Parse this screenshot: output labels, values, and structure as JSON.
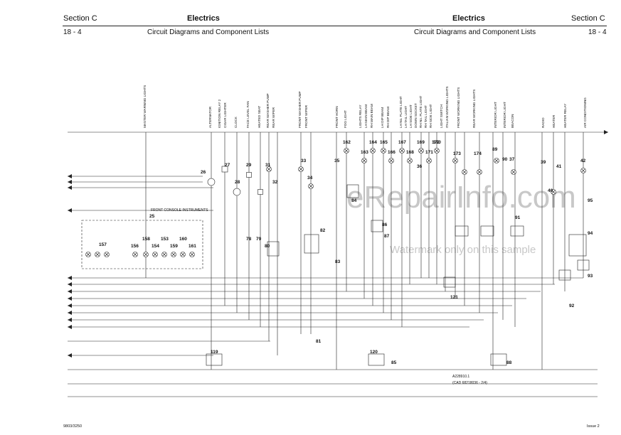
{
  "header": {
    "left_section": "Section C",
    "left_title": "Electrics",
    "left_page": "18 - 4",
    "left_subtitle": "Circuit Diagrams and Component Lists",
    "right_title": "Electrics",
    "right_section": "Section C",
    "right_subtitle": "Circuit Diagrams and Component Lists",
    "right_page": "18 - 4"
  },
  "footer": {
    "code": "9803/3250",
    "issue": "Issue 2"
  },
  "drawing_ref": {
    "line1": "A228910.1",
    "line2": "(CAD 68218036 - 2/4)"
  },
  "watermark": {
    "site": "eRepairInfo.com",
    "note": "Watermark only on this sample"
  },
  "console_label": "FRONT CONSOLE INSTRUMENTS",
  "top_labels": [
    "MASTER WARNING LIGHTS",
    "ALTERNATOR",
    "IGNITION RELAY 2",
    "CIGAR LIGHTER",
    "CLOCK",
    "FACE LEVEL FAN",
    "HEATED SEAT",
    "REAR WASHER PUMP",
    "REAR WIPER",
    "FRONT WASHER PUMP",
    "FRONT WIPER",
    "FRONT HORN",
    "FOG LIGHT",
    "LIGHTS RELAY",
    "LH MAIN BEAM",
    "RH MAIN BEAM",
    "LH DIP BEAM",
    "RH DIP BEAM",
    "LH No. PLATE LIGHT",
    "LH TAIL LIGHT",
    "LH SIDE LIGHT",
    "DOWN SOCKET",
    "RH No. PLATE LIGHT",
    "RH TAIL LIGHT",
    "RH SIDE LIGHT",
    "LIGHT SWITCH",
    "ITALIAN WORKING LIGHTS",
    "FRONT WORKING LIGHTS",
    "REAR WORKING LIGHTS",
    "INTERIOR LIGHT",
    "INTERIOR LIGHT",
    "BEACON",
    "RADIO",
    "HEATER",
    "HEATER RELAY",
    "AIR CONDITIONING"
  ],
  "components": {
    "c25": "25",
    "c26": "26",
    "c27": "27",
    "c28": "28",
    "c29": "29",
    "c31": "31",
    "c32": "32",
    "c33": "33",
    "c34": "34",
    "c35": "35",
    "c36": "36",
    "c37": "37",
    "c39": "39",
    "c40": "40",
    "c41": "41",
    "c42": "42",
    "c78": "78",
    "c79": "79",
    "c80": "80",
    "c81": "81",
    "c82": "82",
    "c83": "83",
    "c84": "84",
    "c85": "85",
    "c86": "86",
    "c87": "87",
    "c88": "88",
    "c89": "89",
    "c90": "90",
    "c91": "91",
    "c92": "92",
    "c93": "93",
    "c94": "94",
    "c95": "95",
    "c119": "119",
    "c120": "120",
    "c121": "121",
    "c157": "157",
    "c156": "156",
    "c158": "158",
    "c154": "154",
    "c153": "153",
    "c159": "159",
    "c160": "160",
    "c161": "161",
    "c162": "162",
    "c163": "163",
    "c164": "164",
    "c165": "165",
    "c166": "166",
    "c167": "167",
    "c168": "168",
    "c169": "169",
    "c170": "170",
    "c171": "171",
    "c172": "172",
    "c173": "173",
    "c174": "174"
  }
}
